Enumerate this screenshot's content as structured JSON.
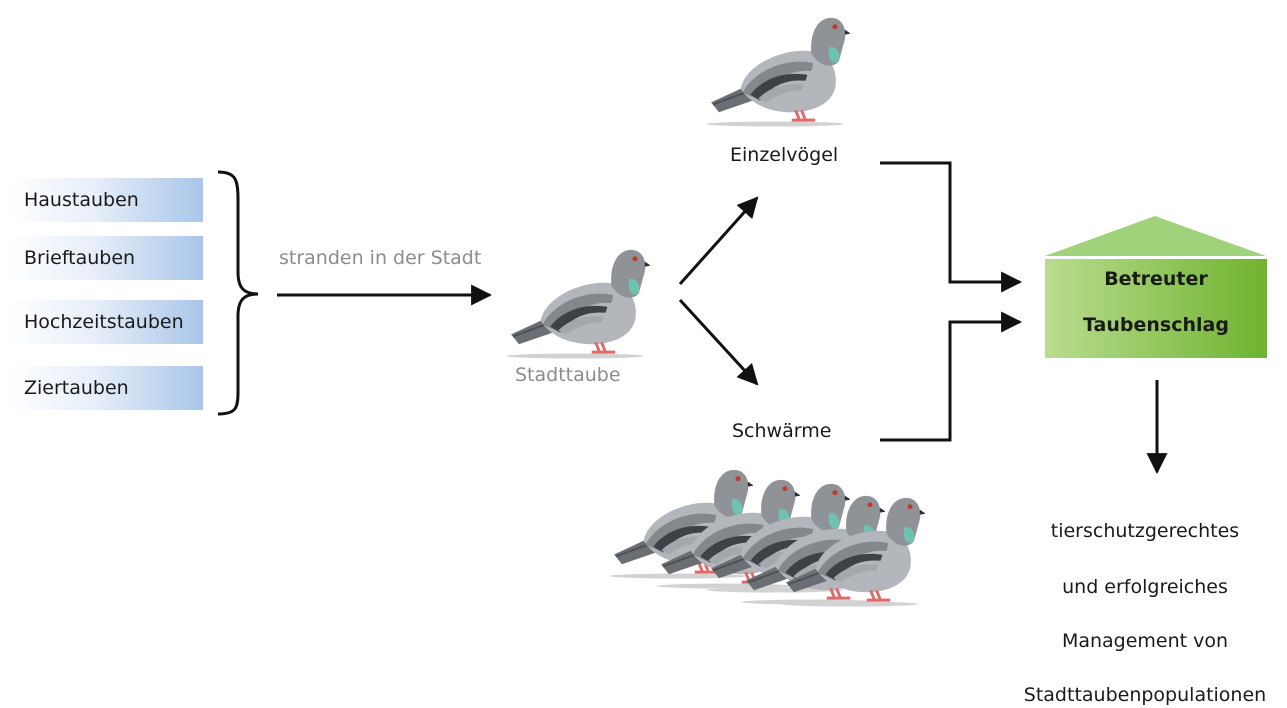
{
  "sources": [
    "Haustauben",
    "Brieftauben",
    "Hochzeitstauben",
    "Ziertauben"
  ],
  "arrow_label": "stranden in der Stadt",
  "center_label": "Stadttaube",
  "branch_top": "Einzelvögel",
  "branch_bottom": "Schwärme",
  "target": {
    "line1": "Betreuter",
    "line2": "Taubenschlag"
  },
  "result": [
    "tierschutzgerechtes",
    "und erfolgreiches",
    "Management von",
    "Stadttaubenpopulationen"
  ],
  "colors": {
    "house_light": "#b9dc8f",
    "house_dark": "#6fb32f",
    "source_blue": "#a9c5e8",
    "arrow": "#111111"
  }
}
